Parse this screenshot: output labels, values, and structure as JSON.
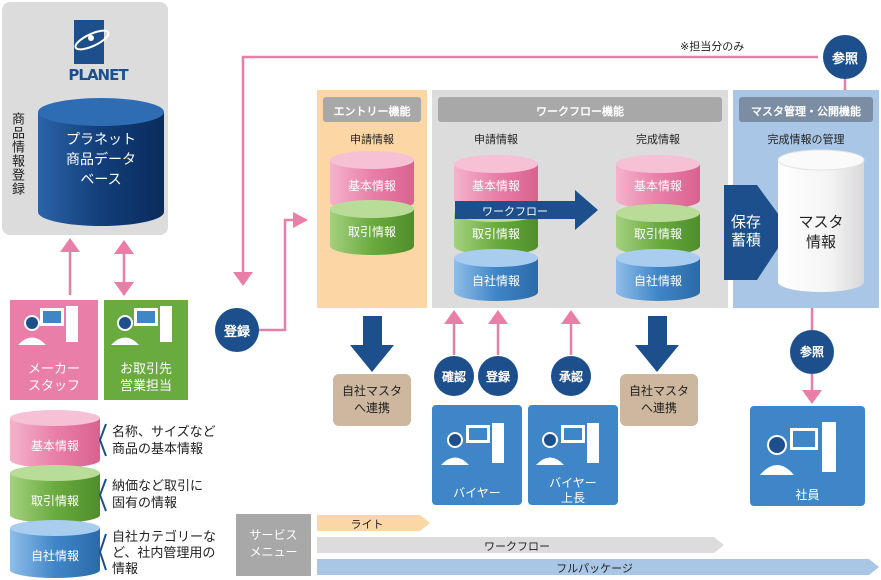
{
  "planet": {
    "logo_text": "PLANET",
    "db_label": [
      "プラネット",
      "商品データ",
      "ベース"
    ],
    "vertical_label": "商品情報登録"
  },
  "note_assigned_only": "※担当分のみ",
  "badges": {
    "sansho": "参照",
    "toroku": "登録",
    "kakunin": "確認",
    "toroku2": "登録",
    "shonin": "承認",
    "sansho2": "参照"
  },
  "panels": {
    "entry": {
      "title": "エントリー機能",
      "subtitle": "申請情報"
    },
    "workflow": {
      "title": "ワークフロー機能",
      "subtitle_left": "申請情報",
      "subtitle_right": "完成情報",
      "arrow_label": "ワークフロー"
    },
    "master": {
      "title": "マスタ管理・公開機能",
      "subtitle": "完成情報の管理",
      "arrow_label": [
        "保存",
        "蓄積"
      ],
      "db_label": [
        "マスタ",
        "情報"
      ]
    }
  },
  "cylinder_labels": {
    "kihon": "基本情報",
    "torihiki": "取引情報",
    "jisha": "自社情報"
  },
  "jisha_master": [
    "自社マスタ",
    "へ連携"
  ],
  "people": {
    "maker": [
      "メーカー",
      "スタッフ"
    ],
    "torihiki": [
      "お取引先",
      "営業担当"
    ],
    "buyer": "バイヤー",
    "buyer_boss": [
      "バイヤー",
      "上長"
    ],
    "employee": "社員"
  },
  "legend": [
    {
      "label": "基本情報",
      "desc": [
        "名称、サイズなど",
        "商品の基本情報"
      ],
      "color": "#e97fa8"
    },
    {
      "label": "取引情報",
      "desc": [
        "納価など取引に",
        "固有の情報"
      ],
      "color": "#6aab3f"
    },
    {
      "label": "自社情報",
      "desc": [
        "自社カテゴリーな",
        "ど、社内管理用の",
        "情報"
      ],
      "color": "#3f86c8"
    }
  ],
  "service_menu": {
    "label": [
      "サービス",
      "メニュー"
    ],
    "items": [
      "ライト",
      "ワークフロー",
      "フルパッケージ"
    ]
  },
  "colors": {
    "pink": "#e97fa8",
    "green": "#6aab3f",
    "blue": "#3f86c8",
    "navy": "#1c4f8c",
    "entry_bg": "#fcd6a4",
    "gray_bg": "#dcdcdc",
    "master_bg": "#a9c6e6",
    "brown": "#cdb79e"
  }
}
